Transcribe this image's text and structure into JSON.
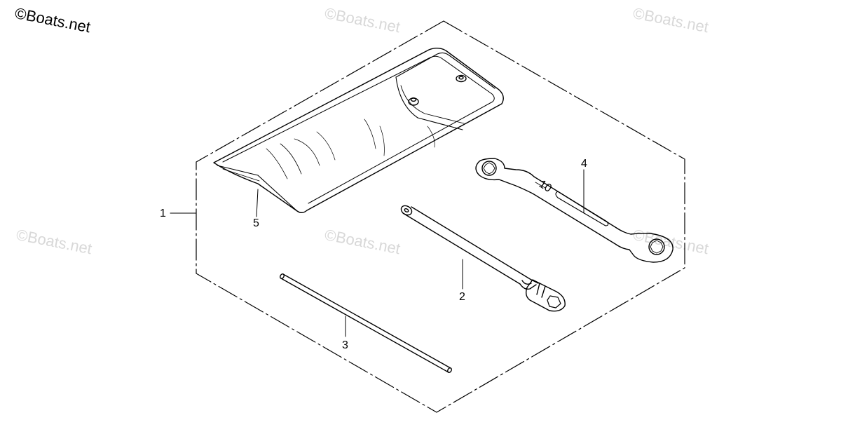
{
  "watermark": {
    "copyright_symbol": "©",
    "text": "Boats.net"
  },
  "callouts": {
    "c1": "1",
    "c2": "2",
    "c3": "3",
    "c4": "4",
    "c5": "5"
  },
  "wrench_marking": "10",
  "colors": {
    "line": "#000000",
    "watermark": "#d8d8d8",
    "background": "#ffffff"
  }
}
